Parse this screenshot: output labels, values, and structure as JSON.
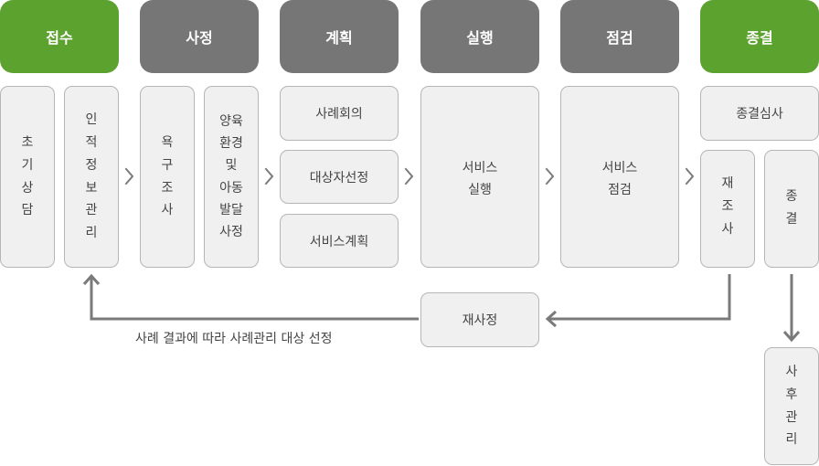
{
  "headers": [
    "접수",
    "사정",
    "계획",
    "실행",
    "점검",
    "종결"
  ],
  "intake": {
    "initial_counseling": "초기상담",
    "personal_info_mgmt": "인적정보관리"
  },
  "assessment": {
    "needs_survey": "욕구조사",
    "environment": "양육\n환경\n및\n아동\n발달\n사정"
  },
  "planning": {
    "case_meeting": "사례회의",
    "target_selection": "대상자선정",
    "service_plan": "서비스계획"
  },
  "execution": {
    "service_execution": "서비스\n실행"
  },
  "monitoring": {
    "service_check": "서비스\n점검"
  },
  "closure": {
    "closure_review": "종결심사",
    "reinvestigation": "재조사",
    "closure": "종결",
    "follow_up": "사후관리"
  },
  "reassessment": {
    "label": "재사정"
  },
  "feedback_note": "사례 결과에 따라 사례관리 대상 선정",
  "colors": {
    "active_header": "#5ca22e",
    "inactive_header": "#767676",
    "box_bg": "#f0f0f0",
    "box_border": "#b5b5b5",
    "arrow": "#7a7a7a"
  }
}
